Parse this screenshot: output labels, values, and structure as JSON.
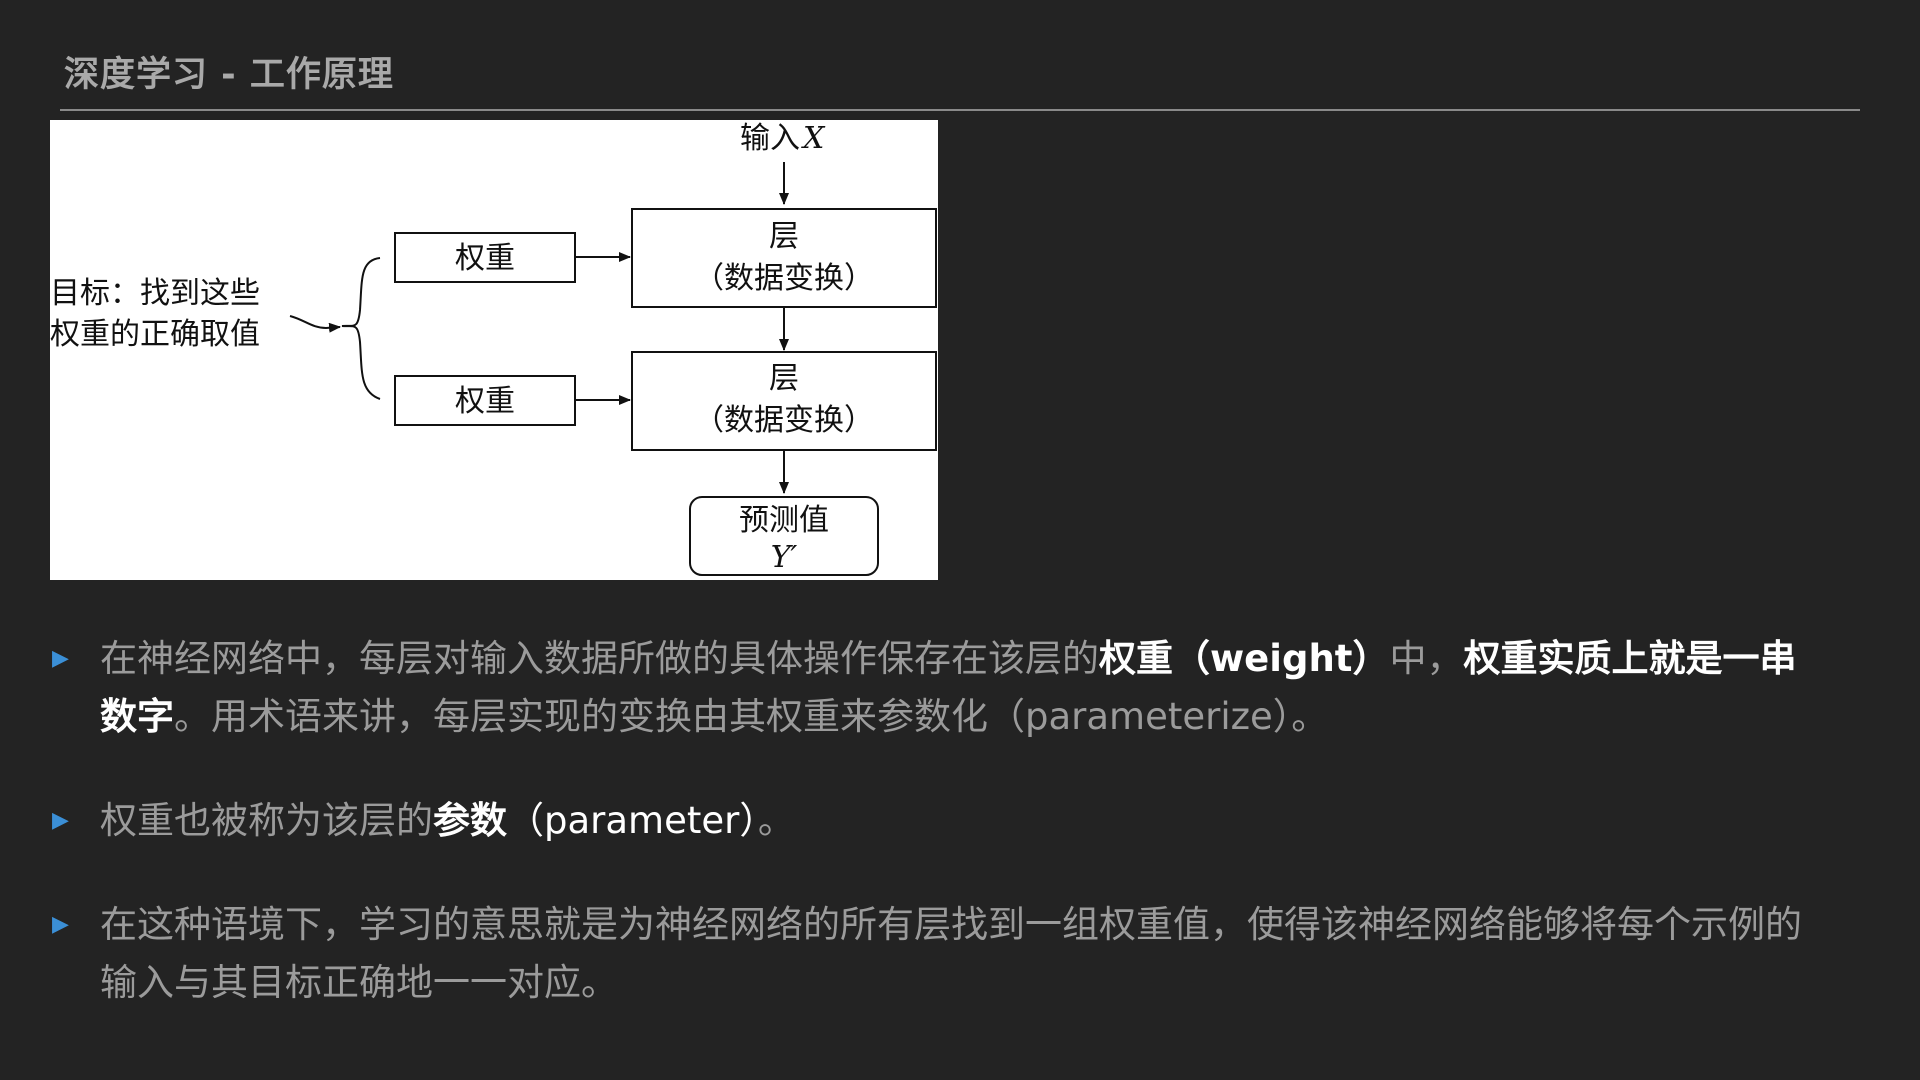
{
  "slide": {
    "title": "深度学习 - 工作原理"
  },
  "diagram": {
    "input_label_cn": "输入",
    "input_label_var": "X",
    "goal_line1": "目标：找到这些",
    "goal_line2": "权重的正确取值",
    "weight_label_1": "权重",
    "weight_label_2": "权重",
    "layer1_line1": "层",
    "layer1_line2": "（数据变换）",
    "layer2_line1": "层",
    "layer2_line2": "（数据变换）",
    "prediction_line1": "预测值",
    "prediction_line2": "Y′"
  },
  "bullets": [
    {
      "seg1": "在神经网络中，每层对输入数据所做的具体操作保存在该层的",
      "seg2": "权重（weight）",
      "seg3": "中，",
      "seg4": "权重实质上就是一串数字",
      "seg5": "。用术语来讲，每层实现的变换由其权重来参数化（parameterize）。"
    },
    {
      "seg1": "权重也被称为该层的",
      "seg2": "参数",
      "seg3": "（parameter）",
      "seg4": "。"
    },
    {
      "seg1": "在这种语境下，学习的意思就是为神经网络的所有层找到一组权重值，使得该神经网络能够将每个示例的输入与其目标正确地一一对应。"
    }
  ],
  "colors": {
    "background": "#232323",
    "title": "#a9a9a9",
    "body_text": "#9b9b9b",
    "highlight": "#ffffff",
    "bullet_marker": "#3b8fd6"
  },
  "icons": {
    "bullet_marker": "triangle-right-icon"
  }
}
